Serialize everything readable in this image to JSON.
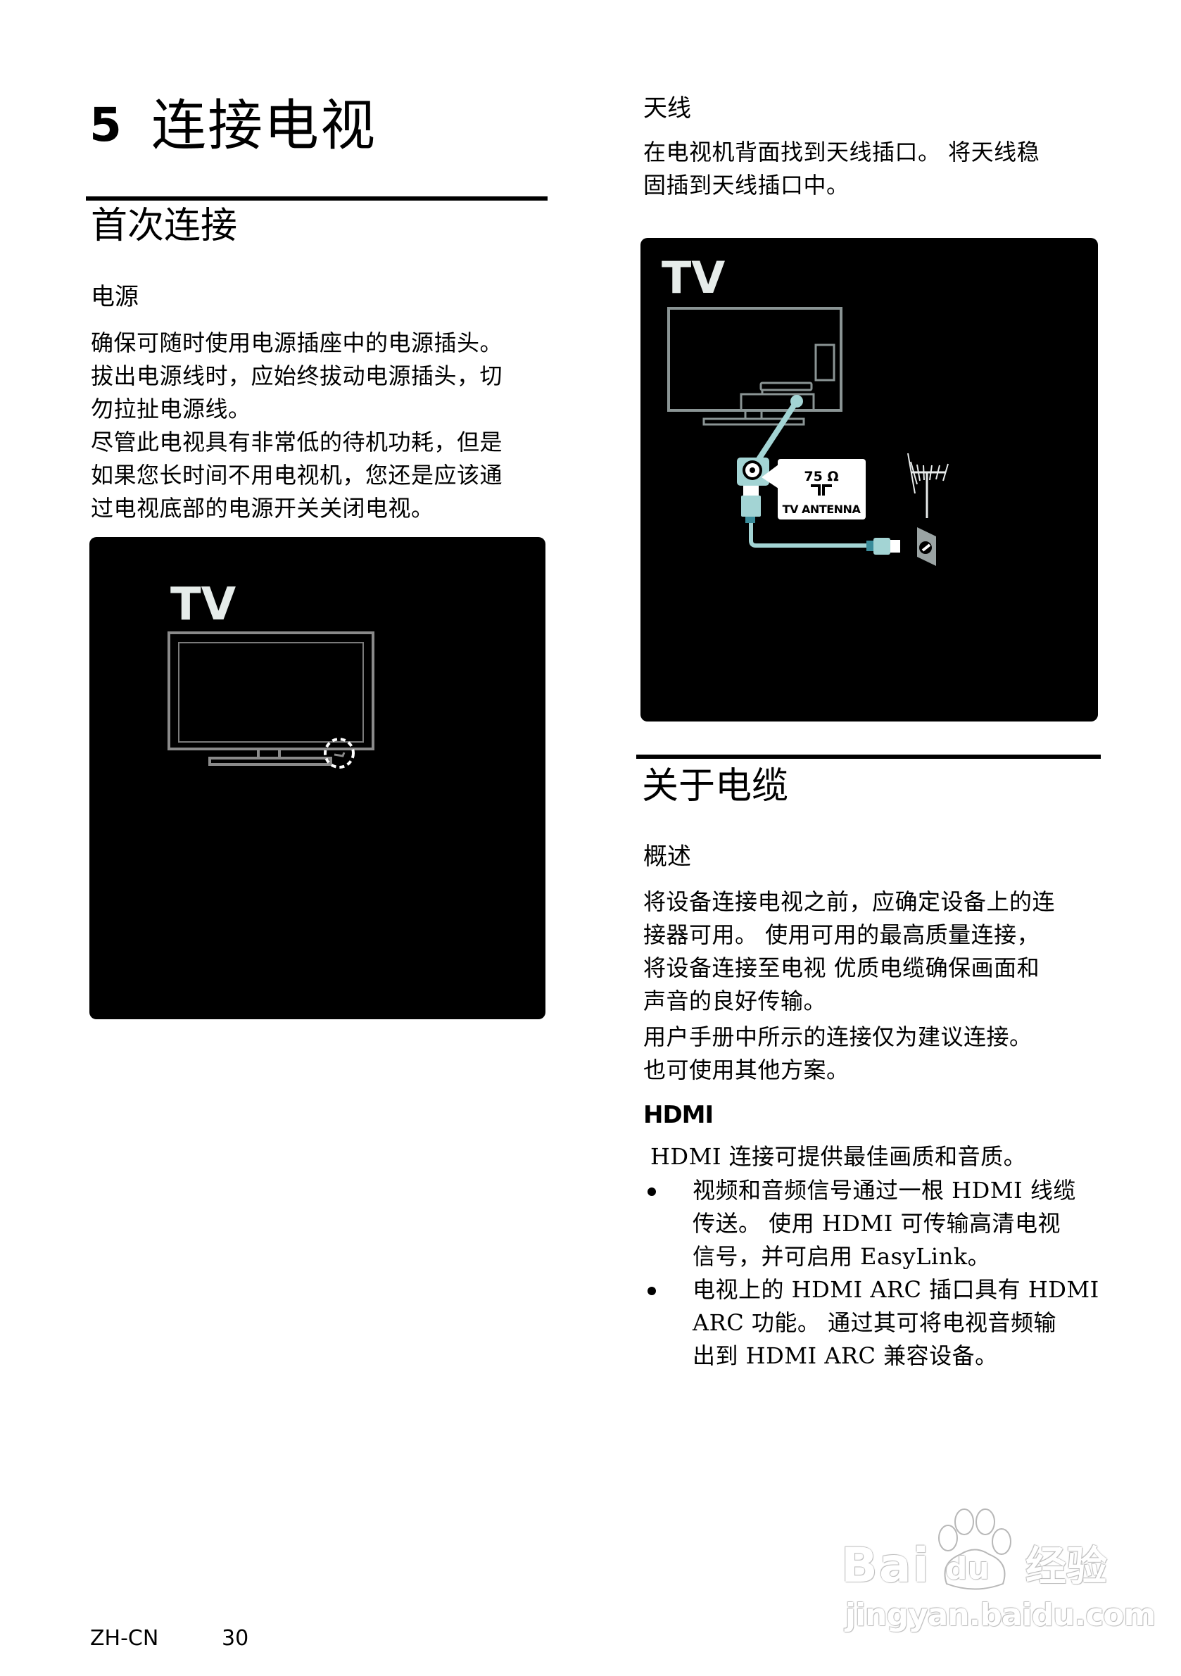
{
  "page": {
    "chapter_number": "5",
    "chapter_title": "连接电视"
  },
  "left": {
    "section_title": "首次连接",
    "power": {
      "heading": "电源",
      "lines": [
        "确保可随时使用电源插座中的电源插头。",
        "拔出电源线时，应始终拔动电源插头，切",
        "勿拉扯电源线。",
        "尽管此电视具有非常低的待机功耗，但是",
        "如果您长时间不用电视机，您还是应该通",
        "过电视底部的电源开关关闭电视。"
      ]
    },
    "figure_power": {
      "label": "TV",
      "colors": {
        "background": "#000000",
        "outline": "#8a8a8a",
        "highlight": "#ffffff",
        "label": "#e6ecea"
      }
    }
  },
  "right": {
    "antenna": {
      "heading": "天线",
      "lines": [
        "在电视机背面找到天线插口。 将天线稳",
        "固插到天线插口中。"
      ]
    },
    "figure_antenna": {
      "label": "TV",
      "callout_impedance": "75 Ω",
      "callout_label": "TV ANTENNA",
      "colors": {
        "background": "#000000",
        "outline": "#8a9494",
        "cable": "#a3d4d4",
        "cable_dark": "#3a8c9a",
        "wall_plate": "#9aa3a3",
        "callout_bg": "#ffffff"
      }
    },
    "section_title": "关于电缆",
    "overview": {
      "heading": "概述",
      "para1_lines": [
        "将设备连接电视之前，应确定设备上的连",
        "接器可用。 使用可用的最高质量连接，",
        "将设备连接至电视 优质电缆确保画面和",
        "声音的良好传输。"
      ],
      "para2_lines": [
        "用户手册中所示的连接仅为建议连接。",
        "也可使用其他方案。"
      ]
    },
    "hdmi": {
      "heading": "HDMI",
      "intro": "HDMI 连接可提供最佳画质和音质。",
      "bullets": [
        {
          "lines": [
            "视频和音频信号通过一根 HDMI 线缆",
            "传送。 使用 HDMI 可传输高清电视",
            "信号，并可启用 EasyLink。"
          ]
        },
        {
          "lines": [
            "电视上的 HDMI ARC 插口具有 HDMI",
            "ARC 功能。 通过其可将电视音频输",
            "出到 HDMI ARC 兼容设备。"
          ]
        }
      ]
    }
  },
  "footer": {
    "language": "ZH-CN",
    "page_number": "30"
  },
  "watermark": {
    "brand": "Baidu经验",
    "brand_left": "Bai",
    "brand_paw": "du",
    "brand_right": "经验",
    "url": "jingyan.baidu.com"
  }
}
